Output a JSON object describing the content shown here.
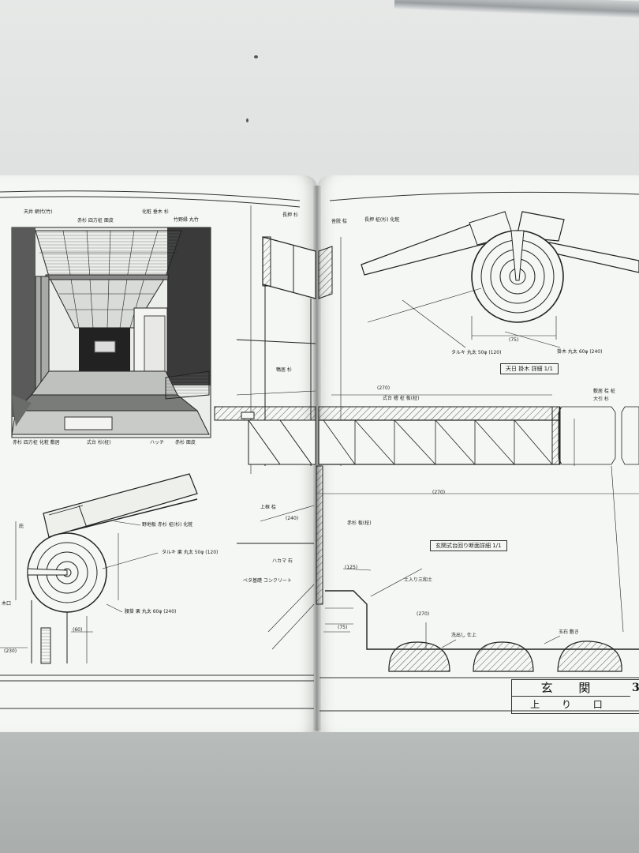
{
  "title_block": {
    "main": "玄 関",
    "sub": "上 り 口",
    "page": "3"
  },
  "detail_titles": {
    "upper_right": "天日  掛木  詳細      1/1",
    "mid_right": "玄関式台回り断面詳細      1/1"
  },
  "annotations": {
    "perspective_top_1": "天井 網代(竹)",
    "perspective_top_2": "赤杉 四方柾 面皮",
    "perspective_top_3": "化粧 垂木 杉",
    "perspective_top_4": "竹野縁 丸竹",
    "perspective_bottom_1": "赤杉 四方柾 化粧 敷居",
    "perspective_bottom_2": "式台 杉(柾)",
    "perspective_bottom_3": "ハッチ",
    "perspective_bottom_4": "赤杉 面皮",
    "log_left_1": "野地板  赤杉 柾(杉) 化粧",
    "log_left_2": "タルキ  栗 丸太 50φ (120)",
    "log_left_3": "腰掛 栗 丸太 60φ (240)",
    "log_left_4": "(60)",
    "log_left_5": "(230)",
    "log_left_side_1": "木口",
    "log_left_side_2": "庇",
    "section_1": "長押 杉",
    "section_2": "鴨居 杉",
    "section_3": "上框 桧",
    "section_4": "赤杉 板(柾)",
    "section_5": "沓脱 桧",
    "section_6": "ハカマ 石",
    "section_7": "ベタ基礎 コンクリート",
    "section_8": "式台 檜 柾 板(柾)",
    "section_9": "(270)",
    "section_10": "(270)",
    "section_11": "(240)",
    "log_right_1": "長押 柾(杉) 化粧",
    "log_right_2": "タルキ 丸太 50φ (120)",
    "log_right_3": "掛木 丸太 60φ (240)",
    "log_right_4": "(75)",
    "right_edge_1": "敷居 桧 柾",
    "right_edge_2": "大引 杉",
    "right_bottom_1": "土入り三和土",
    "right_bottom_2": "洗出し 仕上",
    "right_bottom_3": "玉石 敷き",
    "right_bottom_4": "(270)",
    "right_bottom_5": "(125)",
    "right_bottom_6": "(75)"
  }
}
